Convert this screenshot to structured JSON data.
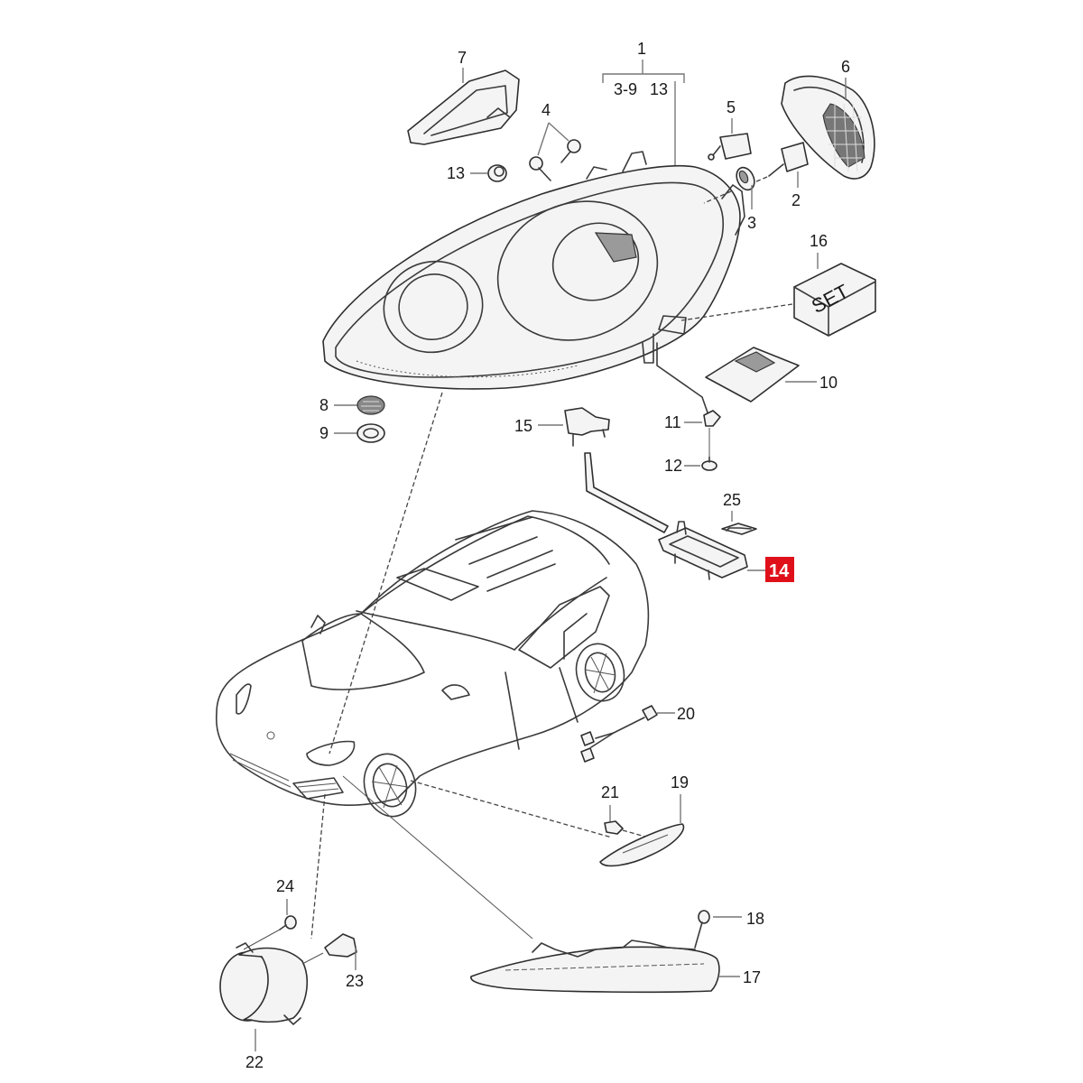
{
  "diagram": {
    "title": "Headlight assembly exploded parts diagram",
    "highlight_color": "#e0101a",
    "highlighted_part": "14",
    "group_callout": {
      "main_label": "1",
      "sub_label_range": "3-9",
      "sub_label_extra": "13"
    },
    "set_box_text": "SET",
    "callouts": [
      {
        "id": "1",
        "label": "1",
        "part": "headlight-assembly"
      },
      {
        "id": "2",
        "label": "2",
        "part": "bulb-housing"
      },
      {
        "id": "3",
        "label": "3",
        "part": "bulb-retaining-ring"
      },
      {
        "id": "4",
        "label": "4",
        "part": "adjuster-screws"
      },
      {
        "id": "5",
        "label": "5",
        "part": "actuator"
      },
      {
        "id": "6",
        "label": "6",
        "part": "rear-cover-mesh"
      },
      {
        "id": "7",
        "label": "7",
        "part": "mounting-bracket"
      },
      {
        "id": "8",
        "label": "8",
        "part": "vent-cap"
      },
      {
        "id": "9",
        "label": "9",
        "part": "seal-ring"
      },
      {
        "id": "10",
        "label": "10",
        "part": "control-unit"
      },
      {
        "id": "11",
        "label": "11",
        "part": "clip"
      },
      {
        "id": "12",
        "label": "12",
        "part": "screw"
      },
      {
        "id": "13",
        "label": "13",
        "part": "grommet"
      },
      {
        "id": "14",
        "label": "14",
        "part": "headlight-washer-bracket"
      },
      {
        "id": "15",
        "label": "15",
        "part": "level-sensor"
      },
      {
        "id": "16",
        "label": "16",
        "part": "repair-set"
      },
      {
        "id": "17",
        "label": "17",
        "part": "daytime-running-light"
      },
      {
        "id": "18",
        "label": "18",
        "part": "screw"
      },
      {
        "id": "19",
        "label": "19",
        "part": "side-marker-light"
      },
      {
        "id": "20",
        "label": "20",
        "part": "wiring-harness"
      },
      {
        "id": "21",
        "label": "21",
        "part": "bulb"
      },
      {
        "id": "22",
        "label": "22",
        "part": "fog-light"
      },
      {
        "id": "23",
        "label": "23",
        "part": "fog-bulb"
      },
      {
        "id": "24",
        "label": "24",
        "part": "screw"
      },
      {
        "id": "25",
        "label": "25",
        "part": "clip"
      }
    ]
  }
}
